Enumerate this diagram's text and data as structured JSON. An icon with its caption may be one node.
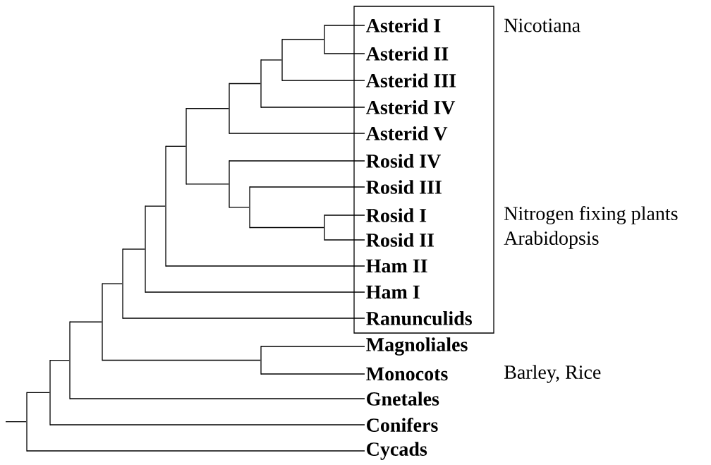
{
  "diagram": {
    "nodes": [
      {
        "text": [],
        "shape": "box"
      },
      {
        "text": [
          "Asterid I"
        ],
        "in": 0,
        "beside": [
          "Nicotiana"
        ]
      },
      {
        "text": [
          "Asterid II"
        ],
        "in": 0
      },
      {
        "text": [
          "Asterid III"
        ],
        "in": 0
      },
      {
        "text": [
          "Asterid IV"
        ],
        "in": 0
      },
      {
        "text": [
          "Asterid V"
        ],
        "in": 0
      },
      {
        "text": [
          "Rosid IV"
        ],
        "in": 0
      },
      {
        "text": [
          "Rosid III"
        ],
        "in": 0
      },
      {
        "text": [
          "Rosid I"
        ],
        "in": 0,
        "beside": [
          "Nitrogen fixing plants"
        ]
      },
      {
        "text": [
          "Rosid II"
        ],
        "in": 0,
        "beside": [
          "Arabidopsis"
        ]
      },
      {
        "text": [
          "Ham II"
        ],
        "in": 0
      },
      {
        "text": [
          "Ham I"
        ],
        "in": 0
      },
      {
        "text": [
          "Ranunculids"
        ],
        "in": 0
      },
      {
        "text": [
          "Magnoliales"
        ]
      },
      {
        "text": [
          "Monocots"
        ],
        "beside": [
          "Barley, Rice"
        ]
      },
      {
        "text": [
          "Gnetales"
        ]
      },
      {
        "text": [
          "Conifers"
        ]
      },
      {
        "text": [
          "Cycads"
        ]
      },
      {
        "text": [],
        "shape": "bar"
      },
      {
        "text": [],
        "shape": "bar"
      },
      {
        "text": [],
        "shape": "bar"
      },
      {
        "text": [],
        "shape": "bar"
      },
      {
        "text": [],
        "shape": "bar"
      },
      {
        "text": [],
        "shape": "bar"
      },
      {
        "text": [],
        "shape": "bar"
      },
      {
        "text": [],
        "shape": "bar"
      },
      {
        "text": [],
        "shape": "bar"
      },
      {
        "text": [],
        "shape": "bar"
      },
      {
        "text": [],
        "shape": "bar"
      },
      {
        "text": [],
        "shape": "bar"
      },
      {
        "text": [],
        "shape": "bar"
      },
      {
        "text": [],
        "shape": "bar"
      },
      {
        "text": [],
        "shape": "bar"
      },
      {
        "text": [],
        "shape": "bar"
      }
    ],
    "edges": [
      {
        "from": 18,
        "to": 1,
        "arrow": "none"
      },
      {
        "from": 18,
        "to": 2,
        "arrow": "none"
      },
      {
        "from": 19,
        "to": 18,
        "arrow": "none"
      },
      {
        "from": 19,
        "to": 3,
        "arrow": "none"
      },
      {
        "from": 20,
        "to": 19,
        "arrow": "none"
      },
      {
        "from": 20,
        "to": 4,
        "arrow": "none"
      },
      {
        "from": 21,
        "to": 20,
        "arrow": "none"
      },
      {
        "from": 21,
        "to": 5,
        "arrow": "none"
      },
      {
        "from": 22,
        "to": 8,
        "arrow": "none"
      },
      {
        "from": 22,
        "to": 9,
        "arrow": "none"
      },
      {
        "from": 23,
        "to": 7,
        "arrow": "none"
      },
      {
        "from": 23,
        "to": 22,
        "arrow": "none"
      },
      {
        "from": 24,
        "to": 6,
        "arrow": "none"
      },
      {
        "from": 24,
        "to": 23,
        "arrow": "none"
      },
      {
        "from": 25,
        "to": 21,
        "arrow": "none"
      },
      {
        "from": 25,
        "to": 24,
        "arrow": "none"
      },
      {
        "from": 26,
        "to": 25,
        "arrow": "none"
      },
      {
        "from": 26,
        "to": 10,
        "arrow": "none"
      },
      {
        "from": 27,
        "to": 26,
        "arrow": "none"
      },
      {
        "from": 27,
        "to": 11,
        "arrow": "none"
      },
      {
        "from": 28,
        "to": 27,
        "arrow": "none"
      },
      {
        "from": 28,
        "to": 12,
        "arrow": "none"
      },
      {
        "from": 29,
        "to": 13,
        "arrow": "none"
      },
      {
        "from": 29,
        "to": 14,
        "arrow": "none"
      },
      {
        "from": 30,
        "to": 28,
        "arrow": "none"
      },
      {
        "from": 30,
        "to": 29,
        "arrow": "none"
      },
      {
        "from": 31,
        "to": 30,
        "arrow": "none"
      },
      {
        "from": 31,
        "to": 15,
        "arrow": "none"
      },
      {
        "from": 32,
        "to": 31,
        "arrow": "none"
      },
      {
        "from": 32,
        "to": 16,
        "arrow": "none"
      },
      {
        "from": 33,
        "to": 32,
        "arrow": "none"
      },
      {
        "from": 33,
        "to": 17,
        "arrow": "none"
      },
      {
        "from": null,
        "to": 33,
        "arrow": "none"
      }
    ]
  }
}
